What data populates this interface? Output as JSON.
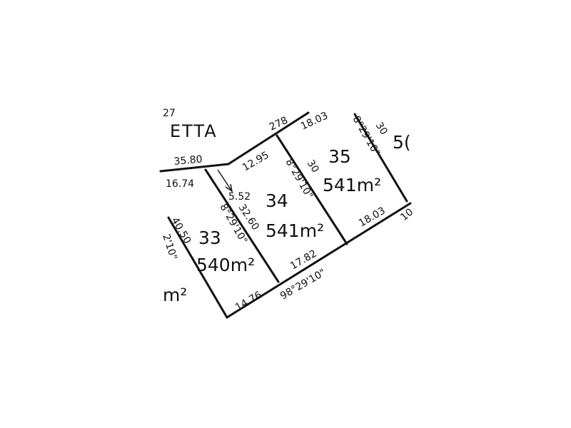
{
  "road": {
    "name": "ETTA",
    "partial_top": "27"
  },
  "lots": [
    {
      "number": "33",
      "area": "540m²"
    },
    {
      "number": "34",
      "area": "541m²"
    },
    {
      "number": "35",
      "area": "541m²"
    }
  ],
  "partial_areas": {
    "left": "m²",
    "right": "5("
  },
  "dimensions": {
    "d_278": "278",
    "d_18_03_top": "18.03",
    "d_35_80": "35.80",
    "d_16_74": "16.74",
    "d_12_95": "12.95",
    "d_5_52": "5.52",
    "d_32_60": "32.60",
    "d_40_50": "40.50",
    "d_30_lot34": "30",
    "d_30_lot35": "30",
    "d_18_03_bottom": "18.03",
    "d_17_82": "17.82",
    "d_14_76": "14.76",
    "d_10_edge": "10"
  },
  "bearings": {
    "b_lot33": "8°29'10\"",
    "b_lot34": "8°29'10\"",
    "b_lot35": "8°29'10\"",
    "b_bottom": "98°29'10\"",
    "b_left_edge": "2'10\""
  }
}
